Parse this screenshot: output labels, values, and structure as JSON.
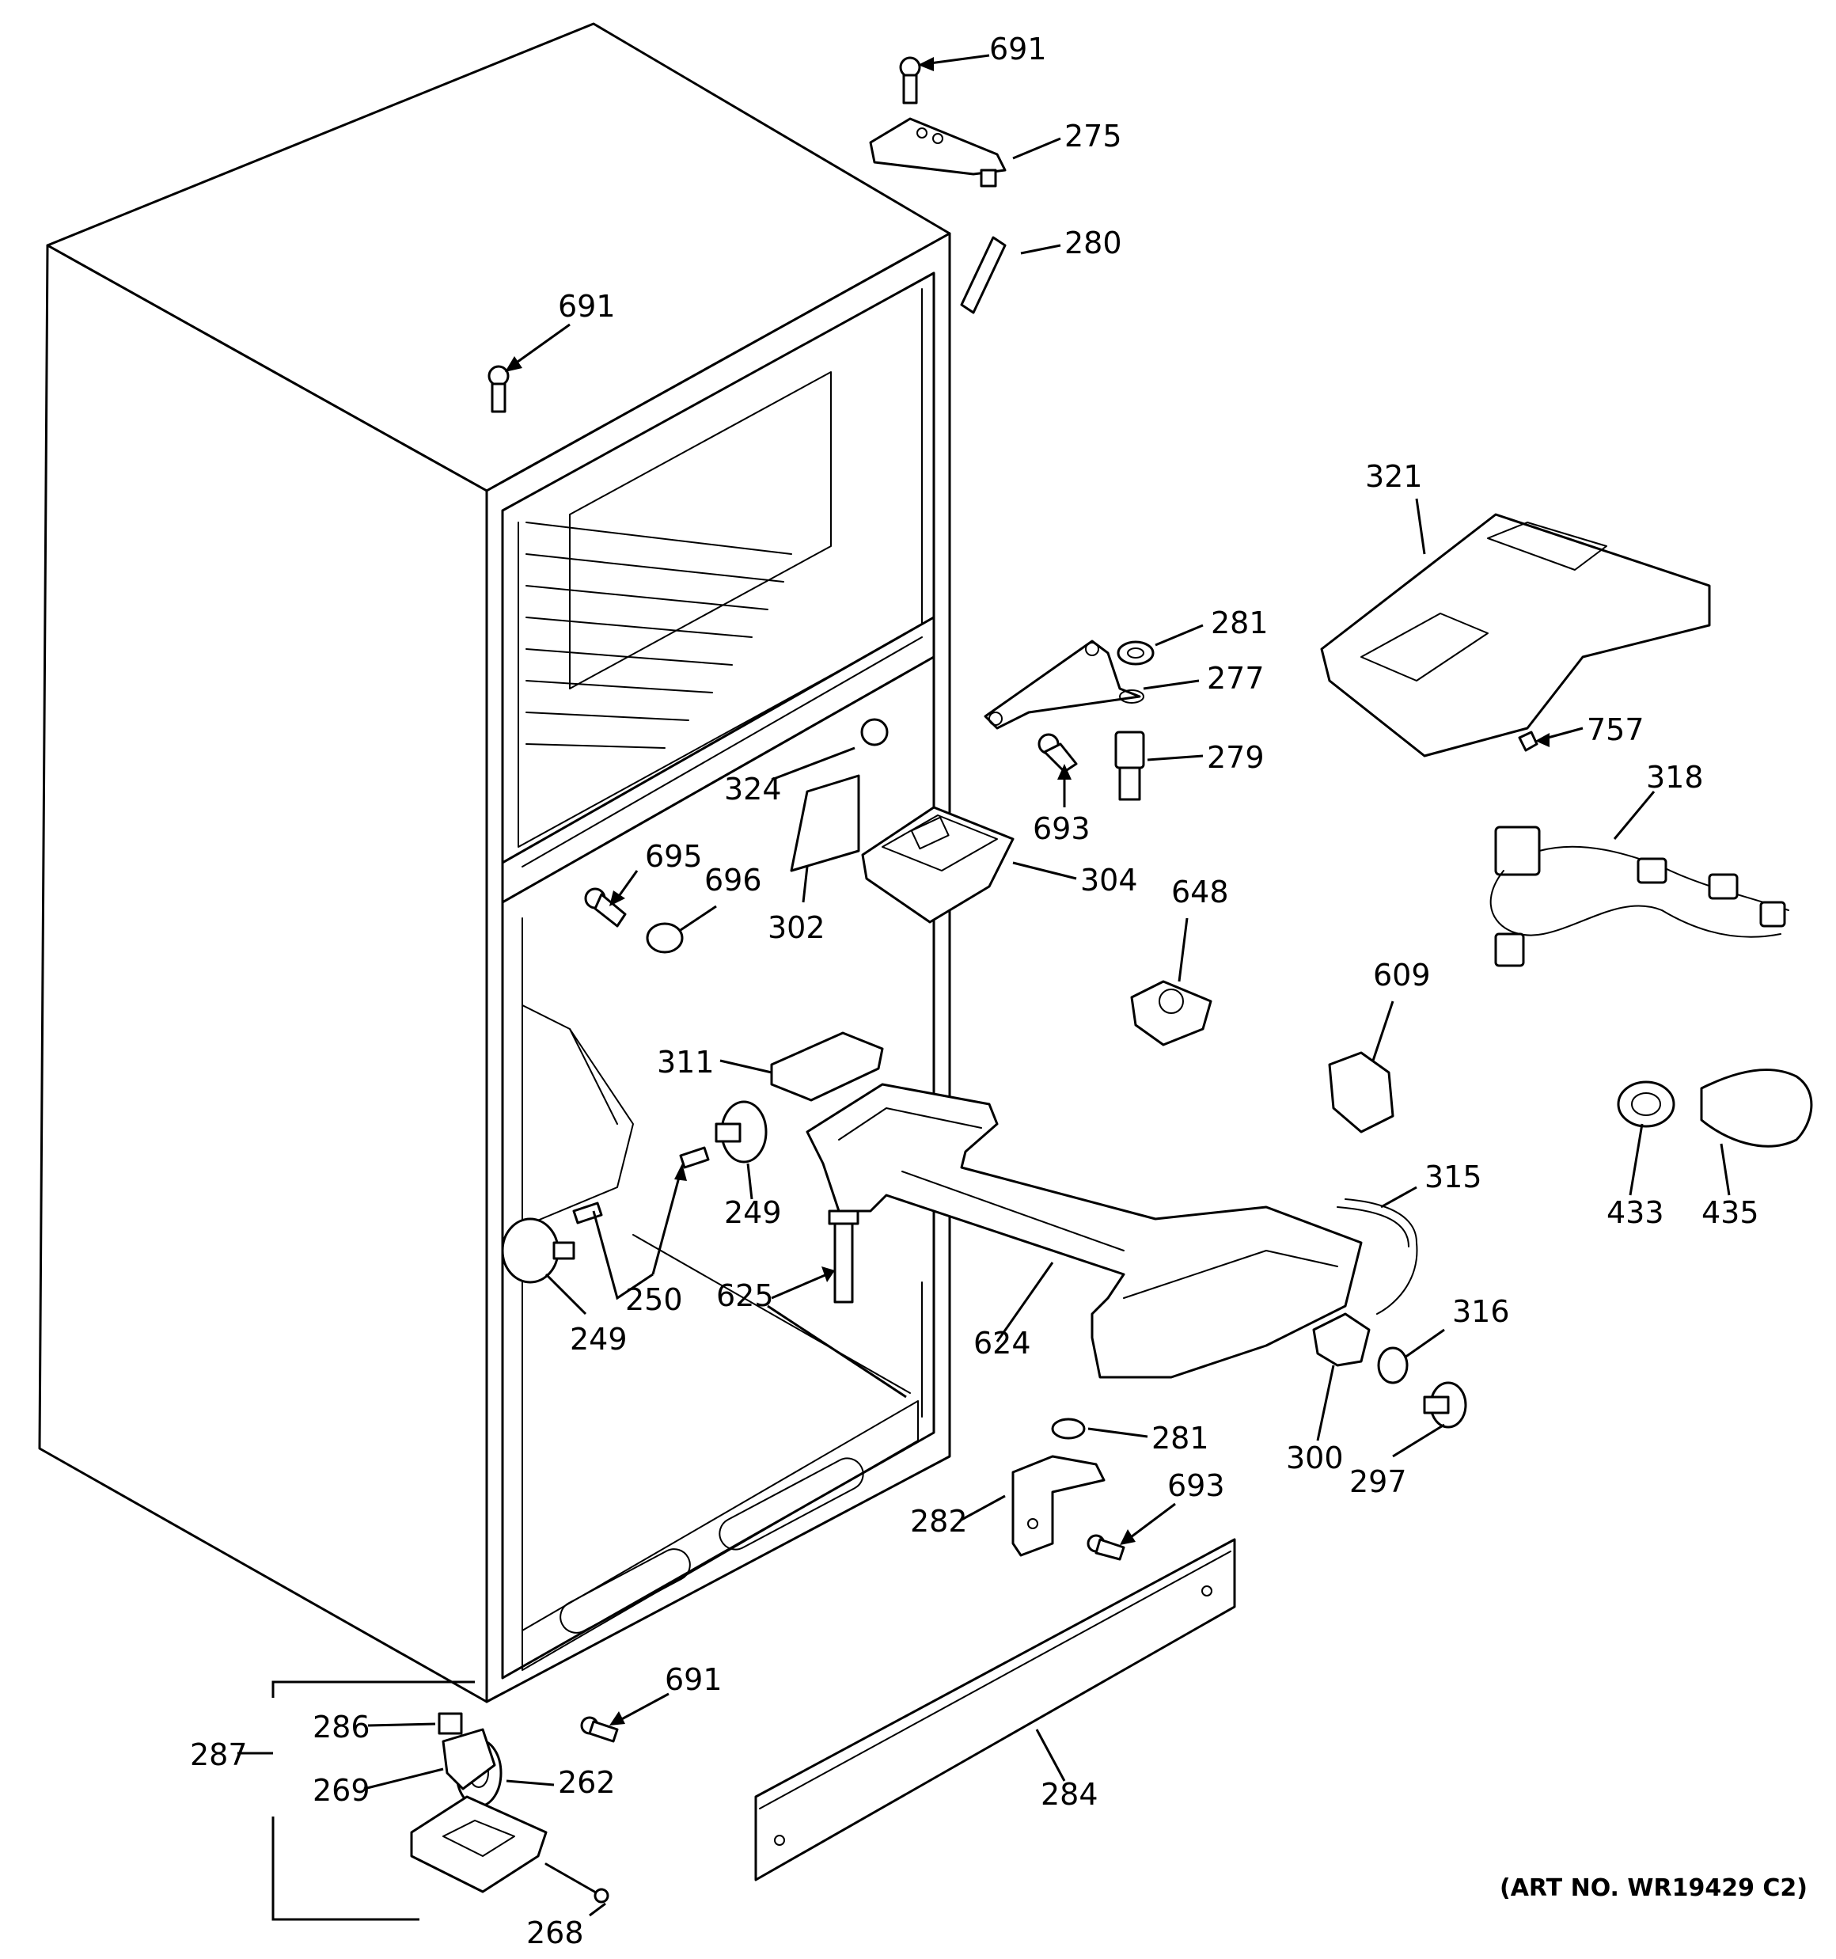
{
  "callouts": {
    "c691a": "691",
    "c275": "275",
    "c280": "280",
    "c691b": "691",
    "c321": "321",
    "c281a": "281",
    "c277": "277",
    "c757": "757",
    "c279": "279",
    "c693a": "693",
    "c318": "318",
    "c324": "324",
    "c695": "695",
    "c696": "696",
    "c302": "302",
    "c304": "304",
    "c648": "648",
    "c609": "609",
    "c311": "311",
    "c249a": "249",
    "c315": "315",
    "c433": "433",
    "c435": "435",
    "c250": "250",
    "c625": "625",
    "c249b": "249",
    "c624": "624",
    "c316": "316",
    "c300": "300",
    "c281b": "281",
    "c297": "297",
    "c693b": "693",
    "c282": "282",
    "c691c": "691",
    "c286": "286",
    "c269": "269",
    "c262": "262",
    "c287": "287",
    "c284": "284",
    "c268": "268"
  },
  "art_number": "(ART NO. WR19429 C2)"
}
